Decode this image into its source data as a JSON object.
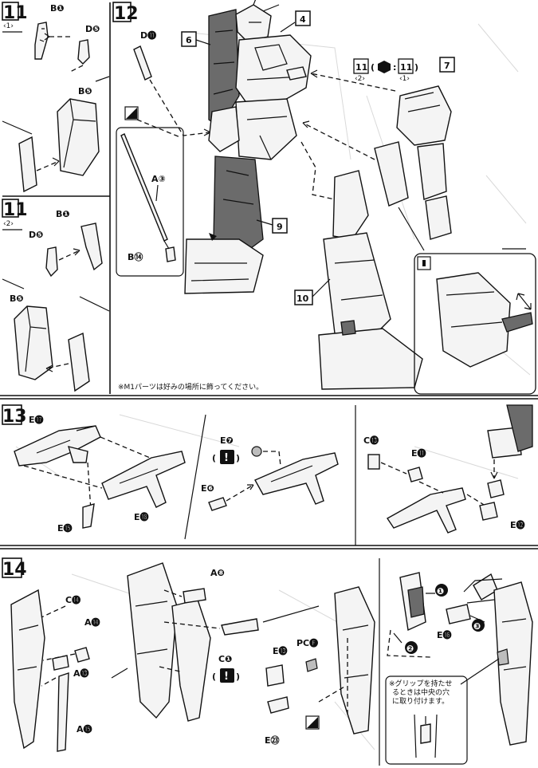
{
  "steps": {
    "s11_1": {
      "number": "11",
      "sub": "‹1›"
    },
    "s11_2": {
      "number": "11",
      "sub": "‹2›"
    },
    "s12": {
      "number": "12"
    },
    "s13": {
      "number": "13"
    },
    "s14": {
      "number": "14"
    }
  },
  "callouts": {
    "c4": "4",
    "c6": "6",
    "c7": "7",
    "c9": "9",
    "c10": "10",
    "ref11a": "11",
    "ref11a_sub": "‹2›",
    "ref11b": "11",
    "ref11b_sub": "‹1›"
  },
  "part_labels": {
    "s11_1_b1": "B❶",
    "s11_1_d5": "D❺",
    "s11_1_b5": "B❺",
    "s11_2_b1": "B❶",
    "s11_2_d5": "D❺",
    "s11_2_b5": "B❺",
    "s12_d11": "D⓫",
    "s12_a3": "A③",
    "s12_b14": "B⑭",
    "s13_e17": "E⓱",
    "s13_e18": "E⓲",
    "s13_e15": "E⓯",
    "s13_e7": "E❼",
    "s13_e6": "E❻",
    "s13_c13": "C⓭",
    "s13_e11": "E⓫",
    "s13_e12": "E⓬",
    "s14_c14": "C⓮",
    "s14_a14": "A⓮",
    "s14_a13": "A⓭",
    "s14_a15": "A⓯",
    "s14_a8": "A❽",
    "s14_c1": "C❶",
    "s14_e13": "E⓭",
    "s14_pcf": "PC🅕",
    "s14_e23": "E㉓",
    "s14_e16": "E⓰"
  },
  "notes": {
    "m1": "※M1パーツは好みの場所に飾ってください。",
    "grip_line1": "※グリップを持たせ",
    "grip_line2": "るときは中央の穴",
    "grip_line3": "に取り付けます。"
  },
  "markers": {
    "excl": "!",
    "n1": "❶",
    "n2": "❷",
    "n3": "❸"
  }
}
